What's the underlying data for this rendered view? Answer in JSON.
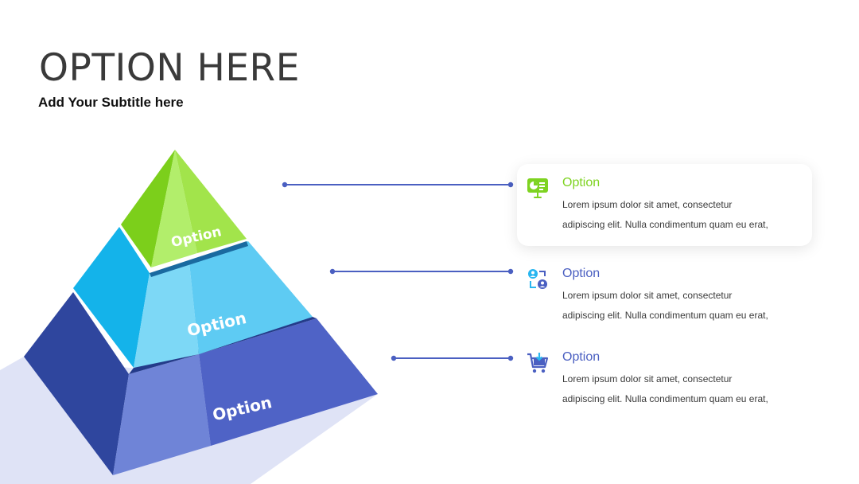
{
  "title": "OPTION HERE",
  "subtitle": "Add Your Subtitle here",
  "pyramid": {
    "tiers": [
      {
        "label": "Option"
      },
      {
        "label": "Option"
      },
      {
        "label": "Option"
      }
    ]
  },
  "items": [
    {
      "title": "Option",
      "line1": "Lorem ipsum dolor sit amet, consectetur",
      "line2": "adipiscing elit. Nulla condimentum quam eu erat,",
      "icon": "presentation-chart-icon",
      "color": "#7ed321"
    },
    {
      "title": "Option",
      "line1": "Lorem ipsum dolor sit amet, consectetur",
      "line2": "adipiscing elit. Nulla condimentum quam eu erat,",
      "icon": "user-exchange-icon",
      "color": "#4a5fc1"
    },
    {
      "title": "Option",
      "line1": "Lorem ipsum dolor sit amet, consectetur",
      "line2": "adipiscing elit. Nulla condimentum quam eu erat,",
      "icon": "shopping-cart-icon",
      "color": "#4a5fc1"
    }
  ],
  "colors": {
    "green": "#7ed321",
    "cyan": "#29b6f0",
    "blue": "#4a5fc1",
    "connector": "#4a5fc1",
    "shadow": "#dde2f5"
  }
}
